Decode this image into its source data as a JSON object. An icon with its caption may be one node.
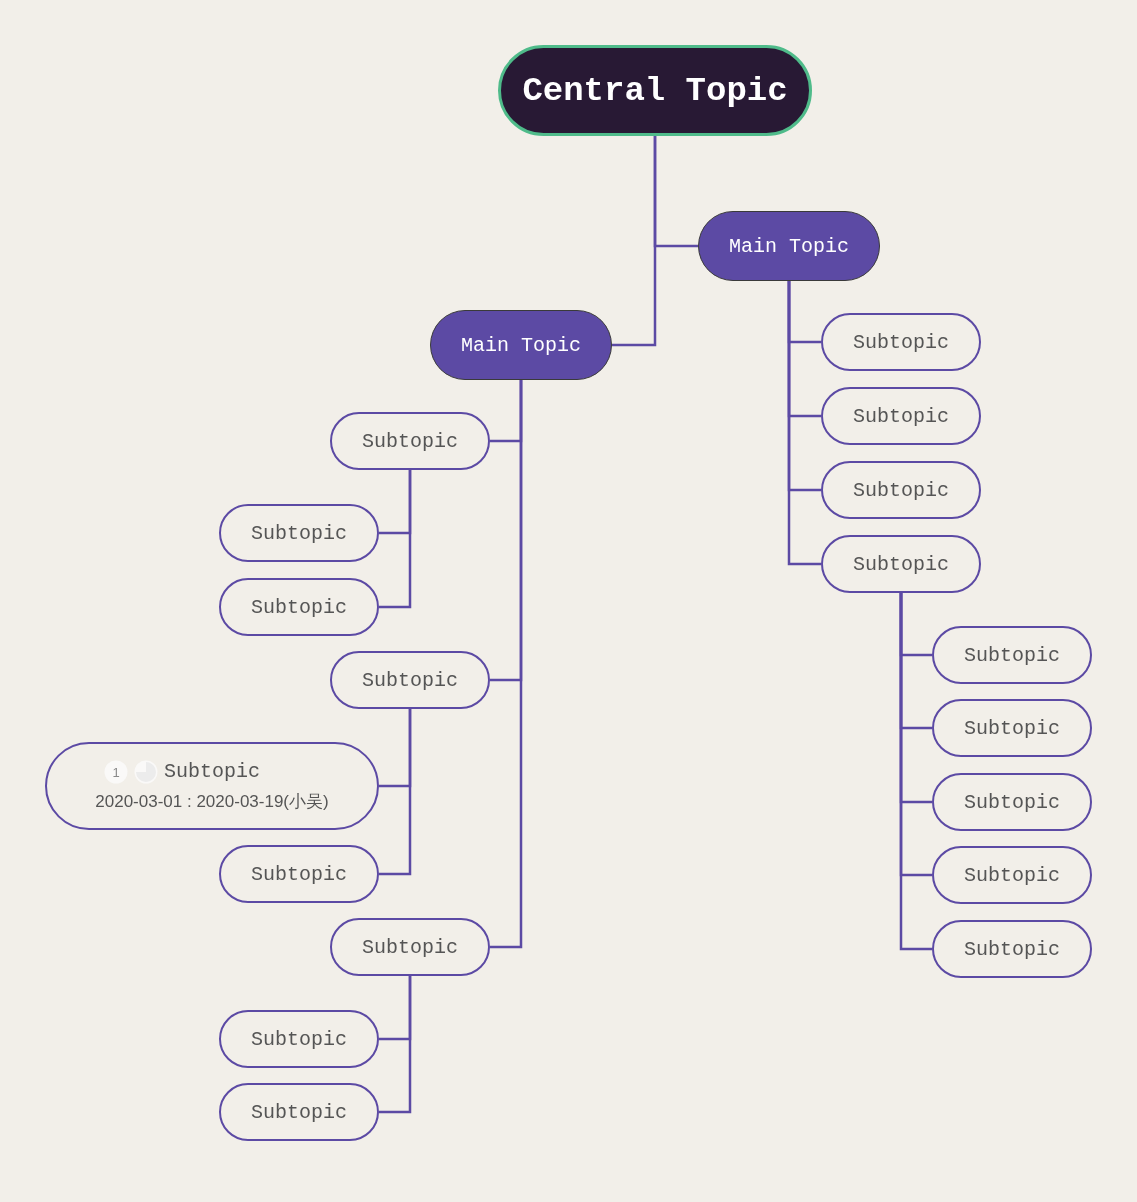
{
  "diagram": {
    "nodes": [
      {
        "text": [
          "Central Topic"
        ]
      },
      {
        "text": [
          "Main Topic"
        ]
      },
      {
        "text": [
          "Main Topic"
        ]
      },
      {
        "text": [
          "Subtopic"
        ]
      },
      {
        "text": [
          "Subtopic"
        ]
      },
      {
        "text": [
          "Subtopic"
        ]
      },
      {
        "text": [
          "Subtopic"
        ]
      },
      {
        "text": [
          "Subtopic",
          "2020-03-01 : 2020-03-19(小吴)"
        ]
      },
      {
        "text": [
          "Subtopic"
        ]
      },
      {
        "text": [
          "Subtopic"
        ]
      },
      {
        "text": [
          "Subtopic"
        ]
      },
      {
        "text": [
          "Subtopic"
        ]
      },
      {
        "text": [
          "Subtopic"
        ]
      },
      {
        "text": [
          "Subtopic"
        ]
      },
      {
        "text": [
          "Subtopic"
        ]
      },
      {
        "text": [
          "Subtopic"
        ]
      },
      {
        "text": [
          "Subtopic"
        ]
      },
      {
        "text": [
          "Subtopic"
        ]
      },
      {
        "text": [
          "Subtopic"
        ]
      },
      {
        "text": [
          "Subtopic"
        ]
      },
      {
        "text": [
          "Subtopic"
        ]
      }
    ],
    "edges": [
      {
        "from": 0,
        "to": 1,
        "arrow": "none"
      },
      {
        "from": 0,
        "to": 2,
        "arrow": "none"
      },
      {
        "from": 2,
        "to": 3,
        "arrow": "none"
      },
      {
        "from": 3,
        "to": 4,
        "arrow": "none"
      },
      {
        "from": 3,
        "to": 5,
        "arrow": "none"
      },
      {
        "from": 2,
        "to": 6,
        "arrow": "none"
      },
      {
        "from": 6,
        "to": 7,
        "arrow": "none"
      },
      {
        "from": 6,
        "to": 8,
        "arrow": "none"
      },
      {
        "from": 2,
        "to": 9,
        "arrow": "none"
      },
      {
        "from": 9,
        "to": 10,
        "arrow": "none"
      },
      {
        "from": 9,
        "to": 11,
        "arrow": "none"
      },
      {
        "from": 1,
        "to": 12,
        "arrow": "none"
      },
      {
        "from": 1,
        "to": 13,
        "arrow": "none"
      },
      {
        "from": 1,
        "to": 14,
        "arrow": "none"
      },
      {
        "from": 1,
        "to": 15,
        "arrow": "none"
      },
      {
        "from": 15,
        "to": 16,
        "arrow": "none"
      },
      {
        "from": 15,
        "to": 17,
        "arrow": "none"
      },
      {
        "from": 15,
        "to": 18,
        "arrow": "none"
      },
      {
        "from": 15,
        "to": 19,
        "arrow": "none"
      },
      {
        "from": 15,
        "to": 20,
        "arrow": "none"
      }
    ],
    "labels": [
      "1"
    ]
  }
}
